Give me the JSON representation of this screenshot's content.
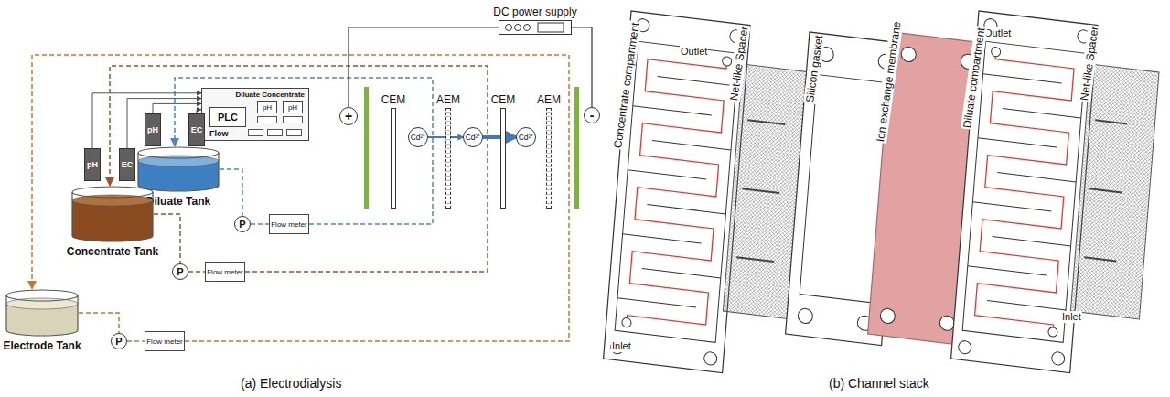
{
  "diagram": {
    "nodes": [
      {
        "text": [
          "DC power supply"
        ]
      },
      {
        "text": [
          "Diluate Concentrate",
          "Flow"
        ]
      },
      {
        "text": [
          "PLC"
        ],
        "in": 1
      },
      {
        "text": [
          "pH"
        ],
        "in": 1
      },
      {
        "text": [
          "pH"
        ],
        "in": 1
      },
      {
        "text": [
          "pH"
        ]
      },
      {
        "text": [
          "EC"
        ]
      },
      {
        "text": [
          "Diluate Tank"
        ]
      },
      {
        "text": [
          "pH"
        ]
      },
      {
        "text": [
          "EC"
        ]
      },
      {
        "text": [
          "Concentrate Tank"
        ]
      },
      {
        "text": [
          "Electrode Tank"
        ]
      },
      {
        "text": [
          "P"
        ]
      },
      {
        "text": [
          "Flow meter"
        ]
      },
      {
        "text": [
          "P"
        ]
      },
      {
        "text": [
          "Flow meter"
        ]
      },
      {
        "text": [
          "P"
        ]
      },
      {
        "text": [
          "Flow meter"
        ]
      },
      {
        "text": [
          "+"
        ]
      },
      {
        "text": [
          "CEM"
        ]
      },
      {
        "text": [
          "AEM"
        ]
      },
      {
        "text": [
          "CEM"
        ]
      },
      {
        "text": [
          "AEM"
        ]
      },
      {
        "text": [
          "-"
        ]
      },
      {
        "text": [
          "Cd²⁺"
        ]
      },
      {
        "text": [
          "Cd²⁺"
        ]
      },
      {
        "text": [
          "Cd²⁺"
        ]
      }
    ],
    "edges": [
      {
        "from": 5,
        "to": 1,
        "arrow": "to"
      },
      {
        "from": 6,
        "to": 1,
        "arrow": "to"
      },
      {
        "from": 8,
        "to": 1,
        "arrow": "to"
      },
      {
        "from": 9,
        "to": 1,
        "arrow": "to"
      },
      {
        "from": 0,
        "to": 18,
        "arrow": "none"
      },
      {
        "from": 0,
        "to": 23,
        "arrow": "none"
      },
      {
        "from": 7,
        "to": 12,
        "arrow": "none"
      },
      {
        "from": 12,
        "to": 13,
        "arrow": "none"
      },
      {
        "from": 10,
        "to": 14,
        "arrow": "none"
      },
      {
        "from": 14,
        "to": 15,
        "arrow": "none"
      },
      {
        "from": 11,
        "to": 16,
        "arrow": "none"
      },
      {
        "from": 16,
        "to": 17,
        "arrow": "none"
      },
      {
        "from": 24,
        "to": 25,
        "arrow": "to"
      },
      {
        "from": 25,
        "to": 26,
        "arrow": "to"
      }
    ],
    "labels": [
      "Outlet",
      "Inlet",
      "Outlet",
      "Inlet",
      "Concentrate compartment",
      "Net-like Spacer",
      "Silicon gasket",
      "Ion exchange membrane",
      "Diluate compartment",
      "Net-like Spacer",
      "(a) Electrodialysis",
      "(b) Channel stack"
    ]
  }
}
